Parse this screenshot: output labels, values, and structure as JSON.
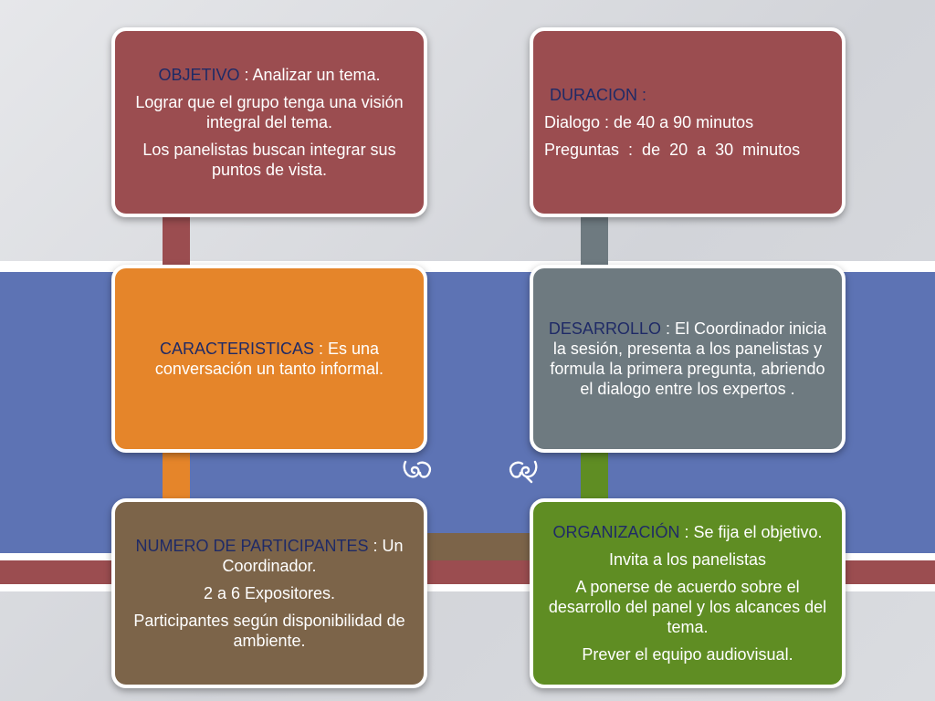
{
  "colors": {
    "red": "#9b4d50",
    "orange": "#e5852a",
    "gray": "#6e7a80",
    "brown": "#7c6449",
    "green": "#5f8d23",
    "blue_band": "#5d73b4",
    "key_text": "#1f2a66"
  },
  "objetivo": {
    "key": "OBJETIVO",
    "sep": " : ",
    "text": "Analizar un tema.",
    "p2": "Lograr que el grupo tenga una visión integral del tema.",
    "p3": "Los panelistas buscan integrar sus puntos de vista."
  },
  "duracion": {
    "key": "DURACION :",
    "p2": "Dialogo : de 40 a 90 minutos",
    "p3": "Preguntas  :  de  20  a  30  minutos"
  },
  "caracteristicas": {
    "key": "CARACTERISTICAS",
    "sep": " : ",
    "text": "Es una conversación un tanto informal."
  },
  "desarrollo": {
    "key": "DESARROLLO",
    "sep": " : ",
    "text": "El Coordinador inicia la sesión, presenta a los panelistas y formula la primera pregunta, abriendo el dialogo entre los expertos ."
  },
  "numero": {
    "key": "NUMERO DE PARTICIPANTES",
    "sep": " : ",
    "text": "Un Coordinador.",
    "p2": "2 a 6 Expositores.",
    "p3": "Participantes según disponibilidad de ambiente."
  },
  "organizacion": {
    "key": "ORGANIZACIÓN",
    "sep": " : ",
    "text": "Se fija el objetivo.",
    "p2": "Invita a los panelistas",
    "p3": "A ponerse de acuerdo sobre el desarrollo del panel y los alcances del tema.",
    "p4": "Prever el equipo audiovisual."
  },
  "glyphs": {
    "left": "ౄ",
    "right": "ఁ",
    "left_icon": "ornament-left-icon",
    "right_icon": "ornament-right-icon"
  }
}
